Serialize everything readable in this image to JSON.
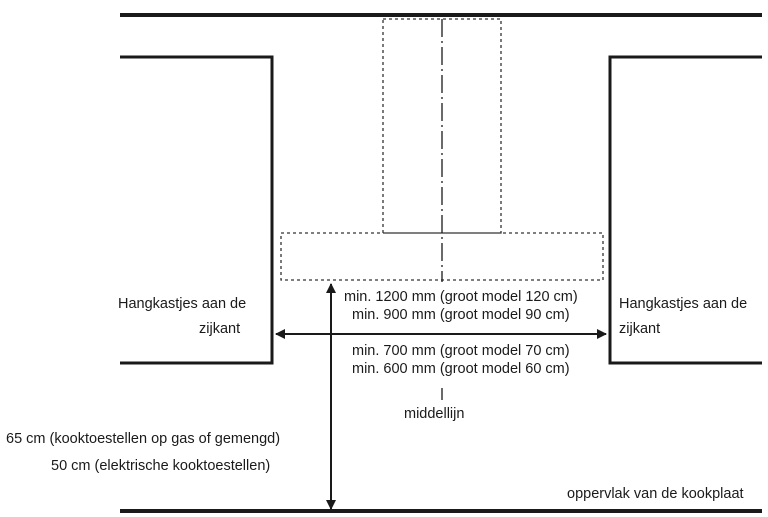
{
  "labels": {
    "left_cabinet_line1": "Hangkastjes aan de",
    "left_cabinet_line2": "zijkant",
    "right_cabinet_line1": "Hangkastjes aan de",
    "right_cabinet_line2": "zijkant",
    "width_1": "min. 1200 mm (groot model 120 cm)",
    "width_2": "min. 900 mm (groot model 90 cm)",
    "width_3": "min. 700 mm (groot model 70 cm)",
    "width_4": "min. 600 mm (groot model 60 cm)",
    "centerline": "middellijn",
    "height_gas": "65 cm (kooktoestellen op gas of gemengd)",
    "height_electric": "50 cm (elektrische kooktoestellen)",
    "hob_surface": "oppervlak van de kookplaat"
  },
  "colors": {
    "line": "#1a1a1a",
    "background": "#ffffff"
  }
}
